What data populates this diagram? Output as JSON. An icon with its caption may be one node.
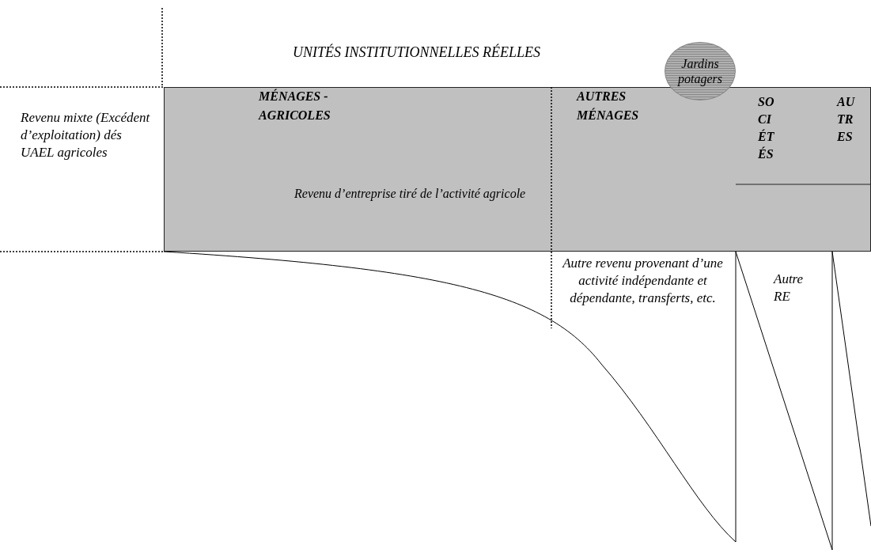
{
  "diagram": {
    "nodes": [
      {
        "text": [
          "MÉNAGES - AGRICOLES"
        ]
      },
      {
        "text": [
          "AUTRES MÉNAGES"
        ]
      },
      {
        "text": [
          "SO CI ÉT ÉS"
        ]
      },
      {
        "text": [
          "AU TR ES"
        ]
      },
      {
        "text": [
          "Revenu d’entreprise tiré de l’activité agricole"
        ]
      },
      {
        "text": [
          "Jardins potagers"
        ]
      }
    ],
    "edges": [],
    "labels": [
      "UNITÉS INSTITUTIONNELLES RÉELLES",
      "Revenu mixte (Excédent d’exploitation) dés UAEL agricoles",
      "Autre revenu provenant d’une activité indépendante et dépendante, transferts, etc.",
      "Autre RE"
    ]
  }
}
